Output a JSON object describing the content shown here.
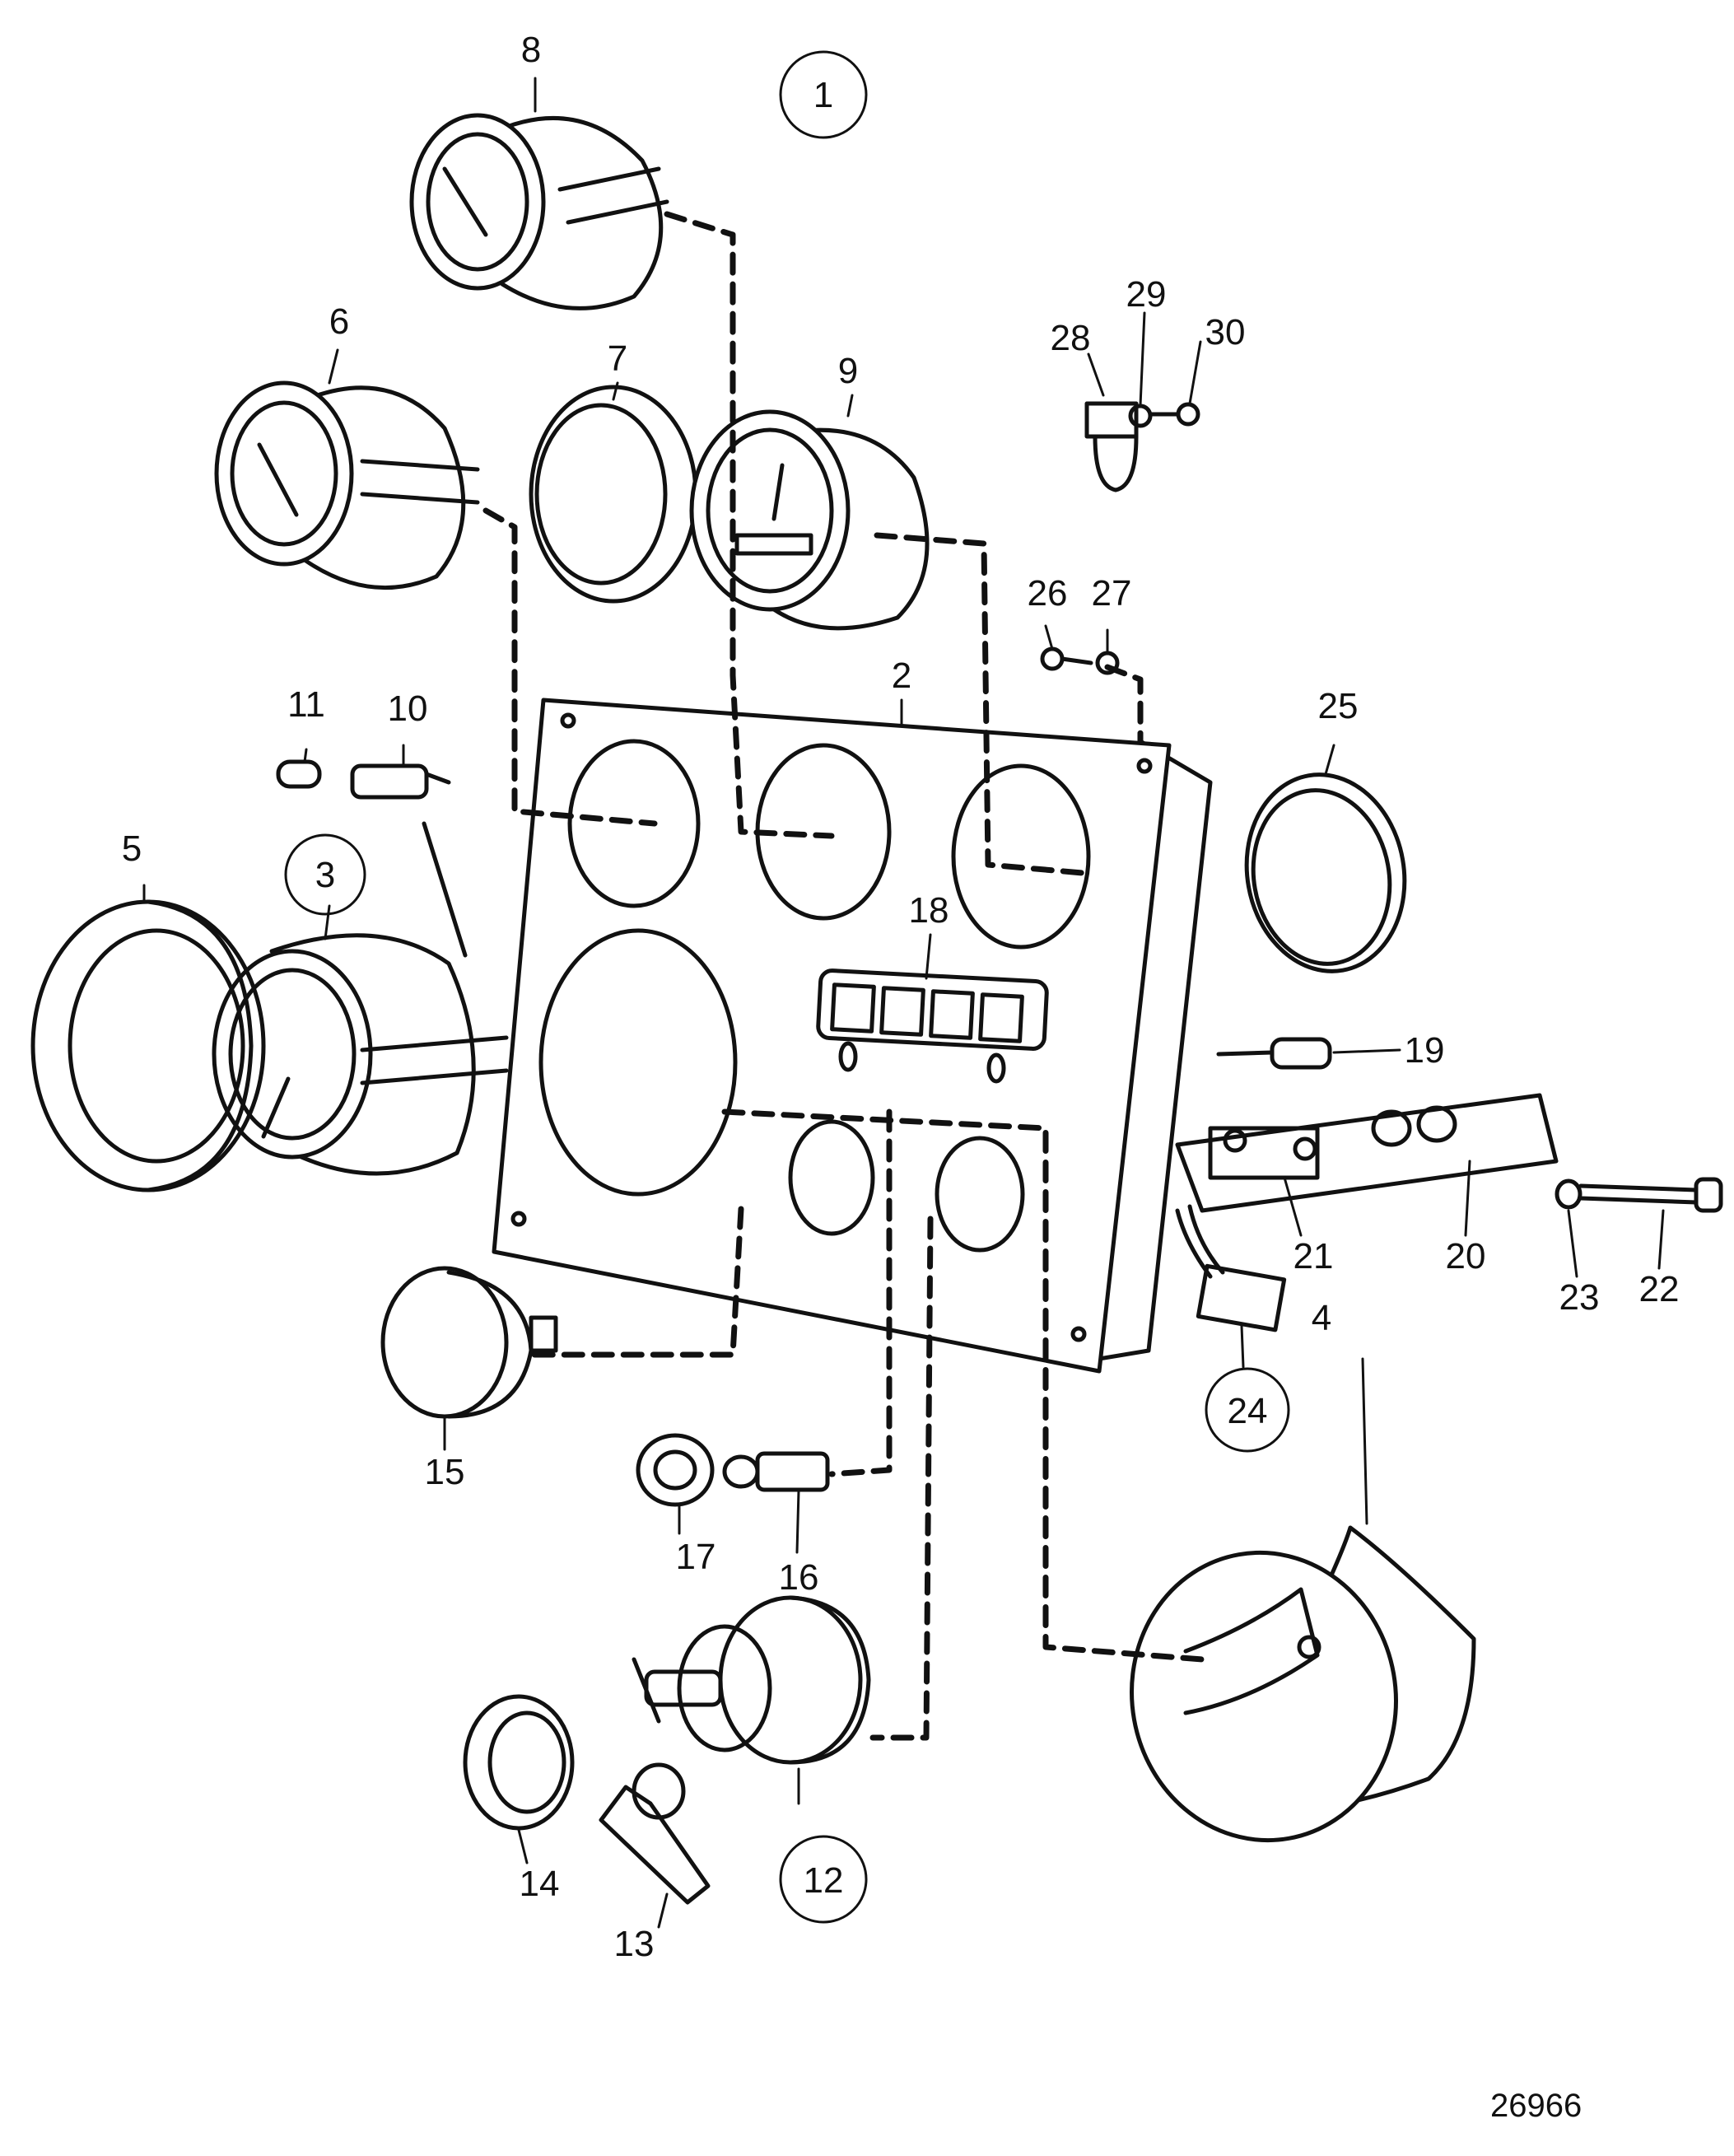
{
  "drawing_number": "26966",
  "callouts": [
    {
      "id": "1",
      "text": "1",
      "circled": true
    },
    {
      "id": "2",
      "text": "2",
      "circled": false
    },
    {
      "id": "3",
      "text": "3",
      "circled": true
    },
    {
      "id": "4",
      "text": "4",
      "circled": false
    },
    {
      "id": "5",
      "text": "5",
      "circled": false
    },
    {
      "id": "6",
      "text": "6",
      "circled": false
    },
    {
      "id": "7",
      "text": "7",
      "circled": false
    },
    {
      "id": "8",
      "text": "8",
      "circled": false
    },
    {
      "id": "9",
      "text": "9",
      "circled": false
    },
    {
      "id": "10",
      "text": "10",
      "circled": false
    },
    {
      "id": "11",
      "text": "11",
      "circled": false
    },
    {
      "id": "12",
      "text": "12",
      "circled": true
    },
    {
      "id": "13",
      "text": "13",
      "circled": false
    },
    {
      "id": "14",
      "text": "14",
      "circled": false
    },
    {
      "id": "15",
      "text": "15",
      "circled": false
    },
    {
      "id": "16",
      "text": "16",
      "circled": false
    },
    {
      "id": "17",
      "text": "17",
      "circled": false
    },
    {
      "id": "18",
      "text": "18",
      "circled": false
    },
    {
      "id": "19",
      "text": "19",
      "circled": false
    },
    {
      "id": "20",
      "text": "20",
      "circled": false
    },
    {
      "id": "21",
      "text": "21",
      "circled": false
    },
    {
      "id": "22",
      "text": "22",
      "circled": false
    },
    {
      "id": "23",
      "text": "23",
      "circled": false
    },
    {
      "id": "24",
      "text": "24",
      "circled": true
    },
    {
      "id": "25",
      "text": "25",
      "circled": false
    },
    {
      "id": "26",
      "text": "26",
      "circled": false
    },
    {
      "id": "27",
      "text": "27",
      "circled": false
    },
    {
      "id": "28",
      "text": "28",
      "circled": false
    },
    {
      "id": "29",
      "text": "29",
      "circled": false
    },
    {
      "id": "30",
      "text": "30",
      "circled": false
    }
  ]
}
